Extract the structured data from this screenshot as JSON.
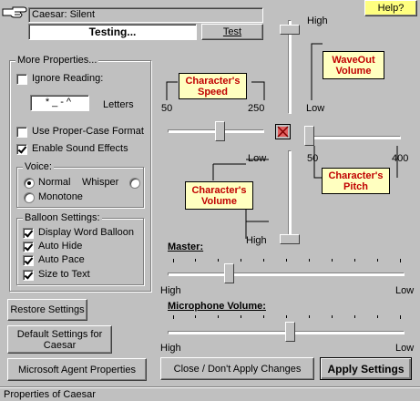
{
  "colors": {
    "face": "#c0c0c0",
    "note_bg": "#ffffc0",
    "note_text": "#c00000",
    "help_bg": "#ffff80"
  },
  "header": {
    "character_label": "Caesar: Silent",
    "test_text_value": "Testing...",
    "test_button": "Test",
    "help_button": "Help?",
    "icon": "pointing-hand-icon"
  },
  "more_properties": {
    "legend": "More Properties...",
    "ignore_reading_label": "Ignore Reading:",
    "ignore_reading_checked": false,
    "letters_value": "*_-^",
    "letters_label": "Letters",
    "proper_case_label": "Use Proper-Case Format",
    "proper_case_checked": false,
    "sound_effects_label": "Enable Sound Effects",
    "sound_effects_checked": true
  },
  "voice": {
    "legend": "Voice:",
    "normal_label": "Normal",
    "whisper_label": "Whisper",
    "monotone_label": "Monotone",
    "selected": "Normal"
  },
  "balloon": {
    "legend": "Balloon Settings:",
    "items": [
      {
        "label": "Display Word Balloon",
        "checked": true
      },
      {
        "label": "Auto Hide",
        "checked": true
      },
      {
        "label": "Auto Pace",
        "checked": true
      },
      {
        "label": "Size to Text",
        "checked": true
      }
    ]
  },
  "buttons": {
    "restore": "Restore Settings",
    "default_settings": "Default Settings for Caesar",
    "agent_properties": "Microsoft Agent Properties",
    "close": "Close / Don't Apply Changes",
    "apply": "Apply Settings"
  },
  "sliders": {
    "speed": {
      "label": "Character's Speed",
      "min_label": "50",
      "max_label": "250",
      "min": 50,
      "max": 250,
      "value": 160
    },
    "waveout": {
      "label": "WaveOut Volume",
      "high_label": "High",
      "low_label": "Low",
      "level": 0.95
    },
    "pitch": {
      "label": "Character's Pitch",
      "min_label": "50",
      "max_label": "400",
      "min": 50,
      "max": 400,
      "value": 50
    },
    "char_volume": {
      "label": "Character's Volume",
      "high_label": "High",
      "low_label": "Low",
      "level": 0.0
    },
    "master": {
      "label": "Master:",
      "high_label": "High",
      "low_label": "Low",
      "level": 0.25
    },
    "microphone": {
      "label": "Microphone Volume:",
      "high_label": "High",
      "low_label": "Low",
      "level": 0.52
    }
  },
  "status_bar": {
    "text": "Properties of Caesar"
  }
}
